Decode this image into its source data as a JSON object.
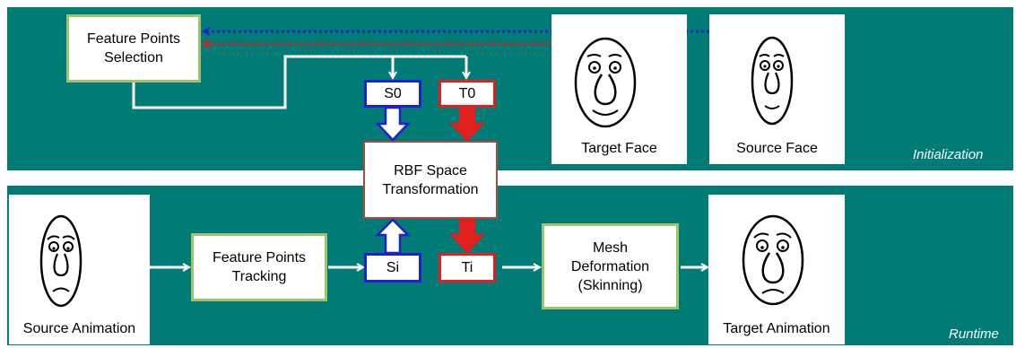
{
  "stages": {
    "init": "Initialization",
    "runtime": "Runtime"
  },
  "boxes": {
    "feature_selection": "Feature Points Selection",
    "s0": "S0",
    "t0": "T0",
    "rbf": "RBF Space Transformation",
    "feature_tracking": "Feature Points Tracking",
    "si": "Si",
    "ti": "Ti",
    "mesh": "Mesh Deformation (Skinning)"
  },
  "faces": {
    "target_face": "Target Face",
    "source_face": "Source Face",
    "source_animation": "Source Animation",
    "target_animation": "Target Animation"
  },
  "colors": {
    "panel": "#007b75",
    "green": "#9fc36b",
    "blue": "#1f1fd6",
    "red": "#e01f1f",
    "brown": "#b0453e"
  }
}
